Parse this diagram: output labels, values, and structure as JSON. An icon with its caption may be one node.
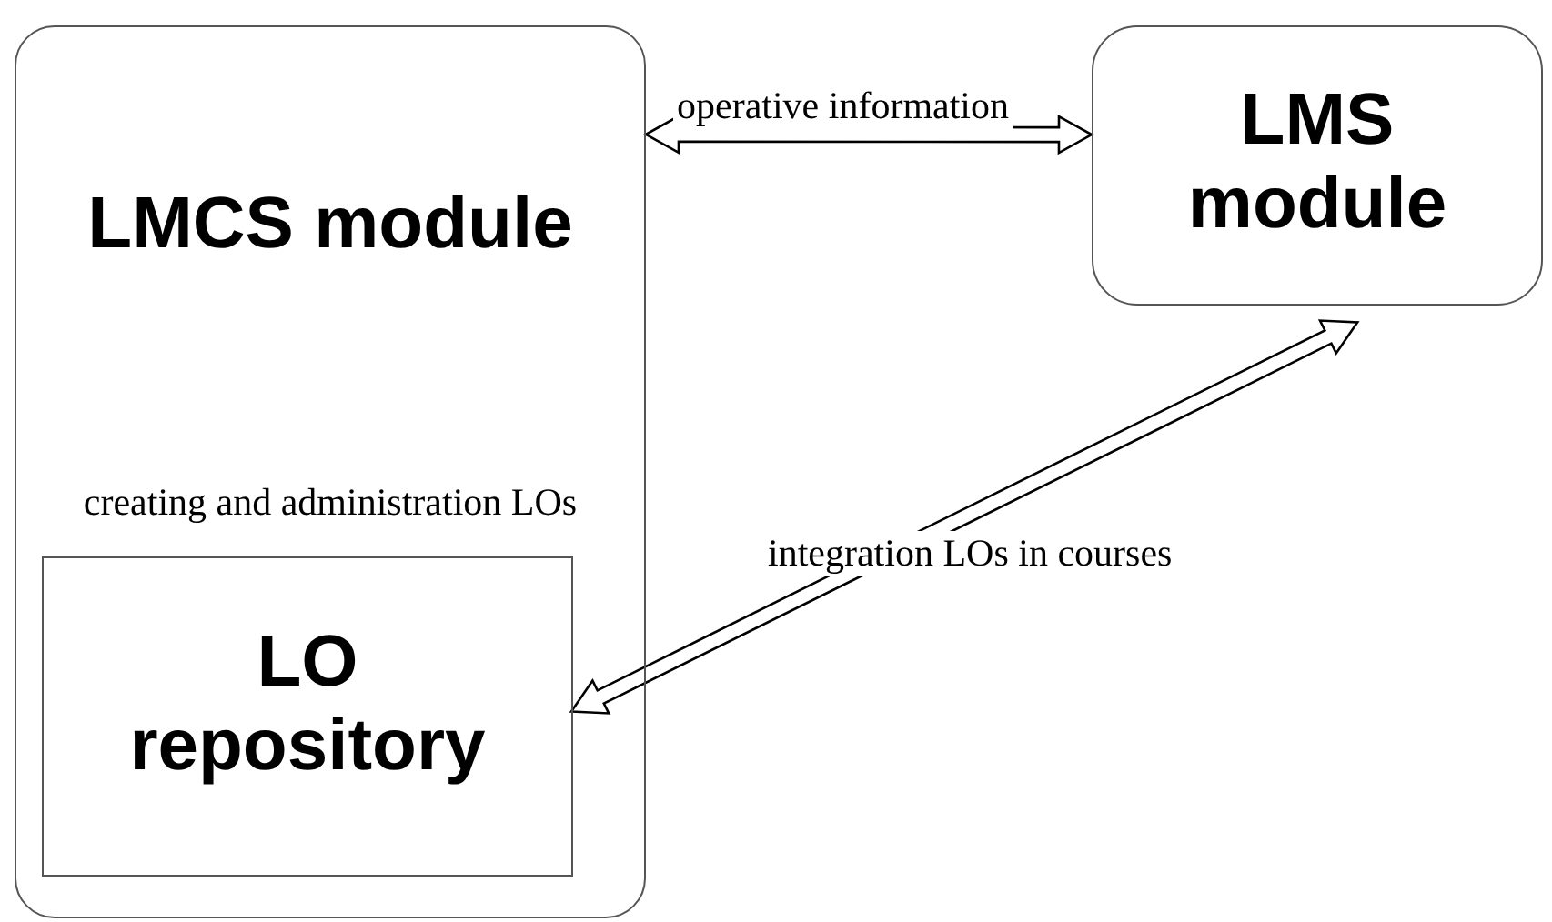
{
  "diagram": {
    "nodes": [
      {
        "text": [
          "LMCS module",
          "creating and administration LOs"
        ]
      },
      {
        "text": [
          "LO repository"
        ],
        "in": 0
      },
      {
        "text": [
          "LMS module"
        ]
      }
    ],
    "edges": [
      {
        "from": 0,
        "to": 2,
        "arrow": "both",
        "label": "operative information"
      },
      {
        "from": 1,
        "to": 2,
        "arrow": "both",
        "label": "integration LOs in courses"
      }
    ]
  }
}
